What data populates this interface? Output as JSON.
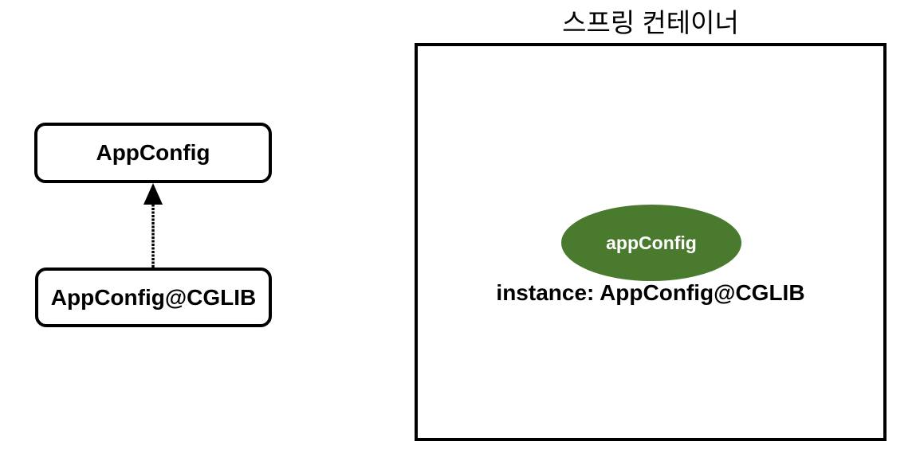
{
  "diagram": {
    "background_color": "#ffffff",
    "line_color": "#000000",
    "class_hierarchy": {
      "parent_box": {
        "label": "AppConfig"
      },
      "child_box": {
        "label": "AppConfig@CGLIB"
      },
      "relation": "extends-arrow-up"
    },
    "spring_container": {
      "title": "스프링 컨테이너",
      "bean": {
        "name": "appConfig",
        "fill_color": "#4a7a2e",
        "text_color": "#ffffff"
      },
      "instance_label": "instance: AppConfig@CGLIB"
    }
  }
}
